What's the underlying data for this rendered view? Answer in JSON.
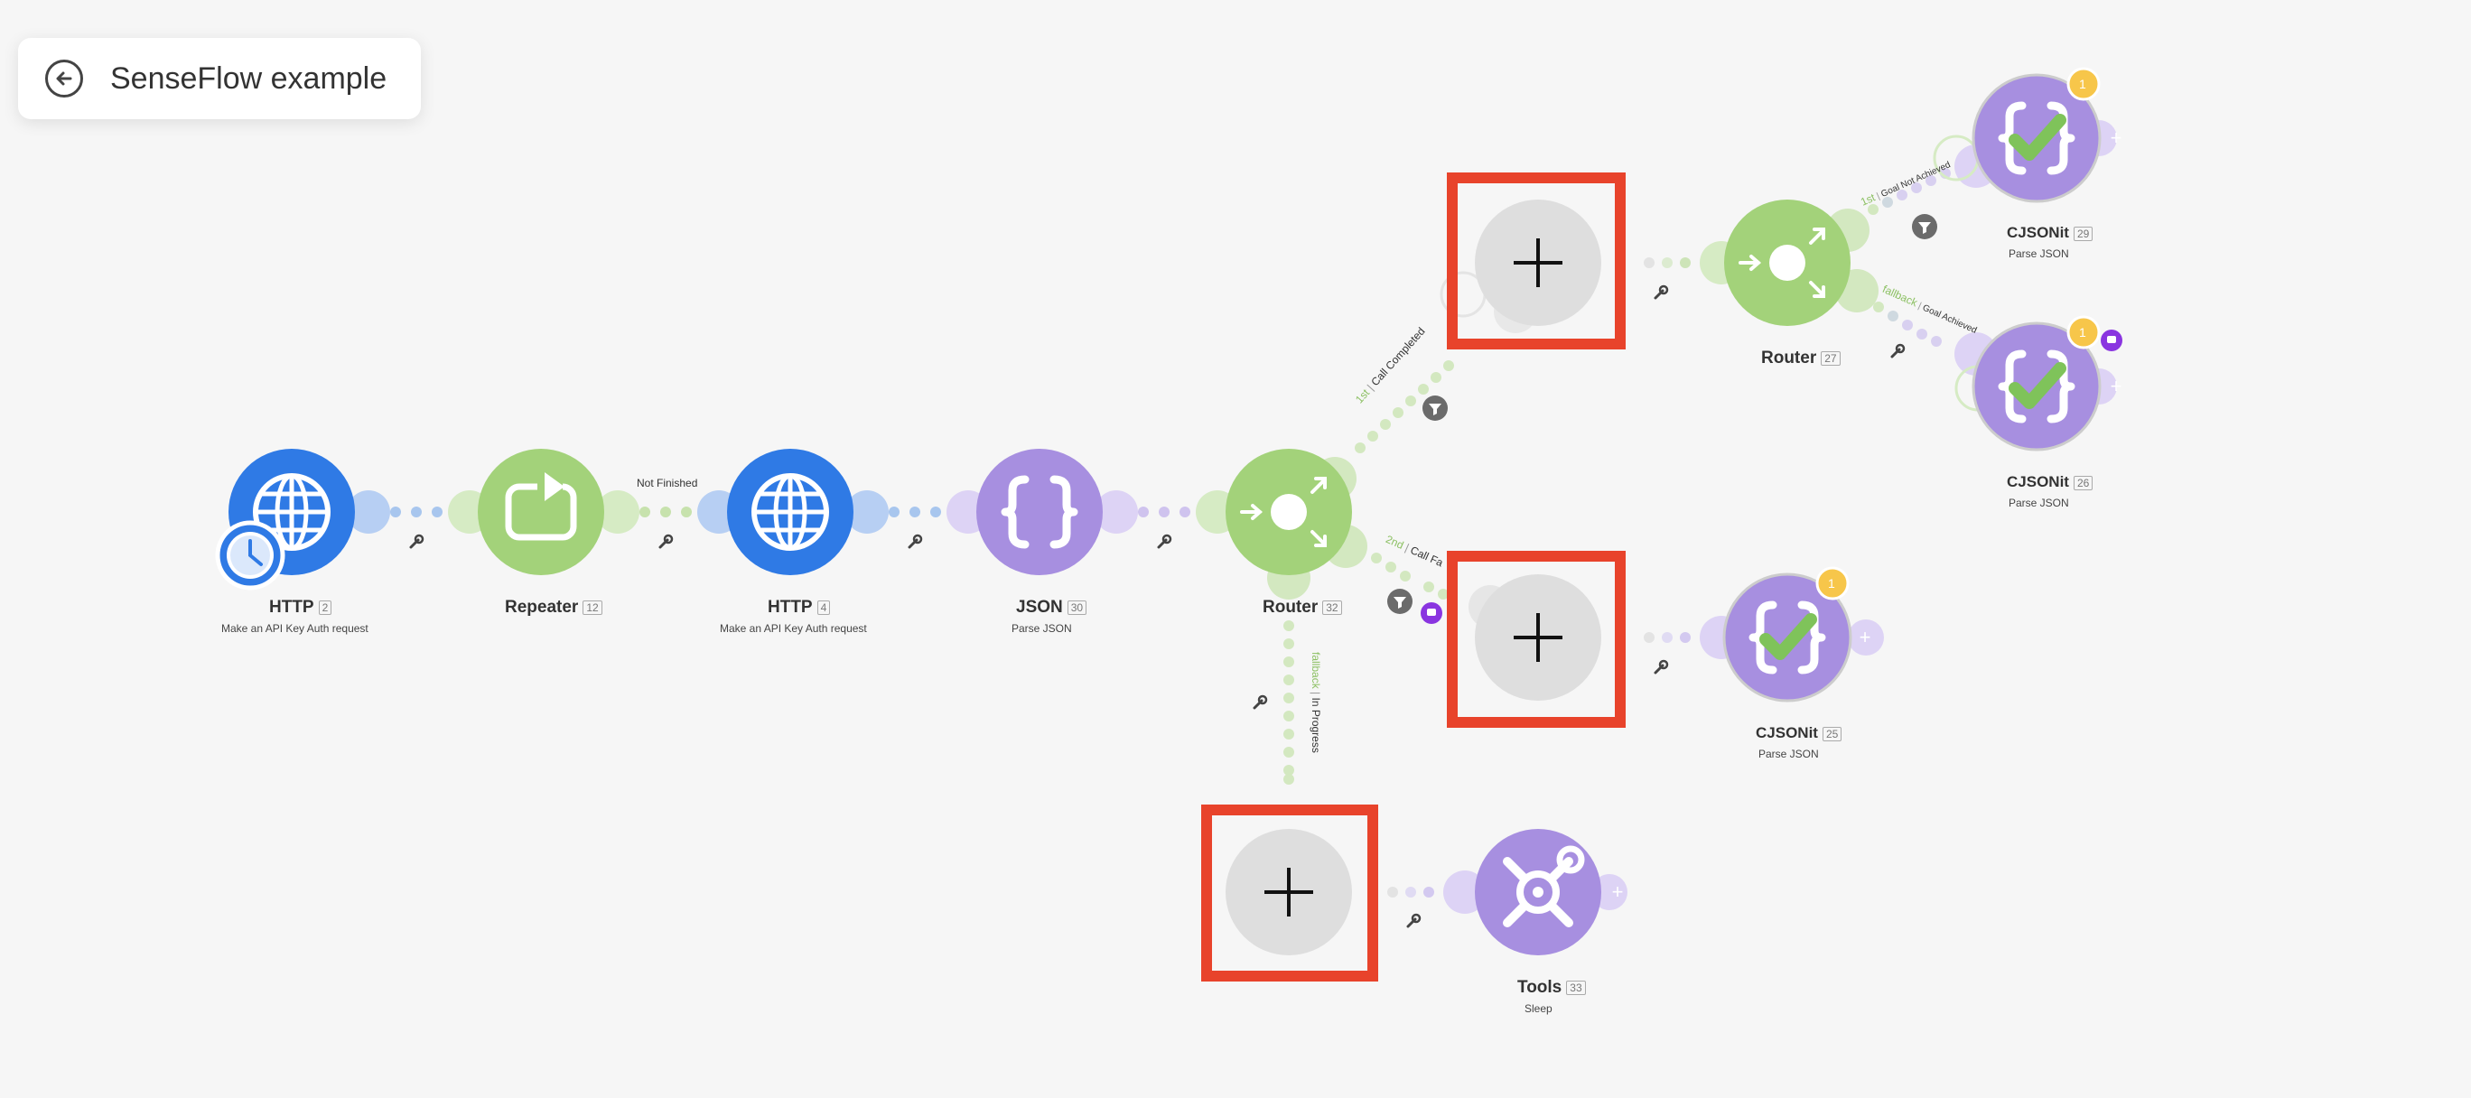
{
  "header": {
    "title": "SenseFlow example"
  },
  "nodes": {
    "http1": {
      "name": "HTTP",
      "id": "2",
      "subtitle": "Make an API Key Auth request"
    },
    "repeater": {
      "name": "Repeater",
      "id": "12",
      "subtitle": ""
    },
    "http2": {
      "name": "HTTP",
      "id": "4",
      "subtitle": "Make an API Key Auth request"
    },
    "json30": {
      "name": "JSON",
      "id": "30",
      "subtitle": "Parse JSON"
    },
    "router32": {
      "name": "Router",
      "id": "32",
      "subtitle": ""
    },
    "router27": {
      "name": "Router",
      "id": "27",
      "subtitle": ""
    },
    "json29": {
      "name": "CJSONit",
      "id": "29",
      "subtitle": "Parse JSON",
      "count": "1"
    },
    "json26": {
      "name": "CJSONit",
      "id": "26",
      "subtitle": "Parse JSON",
      "count": "1"
    },
    "json25": {
      "name": "CJSONit",
      "id": "25",
      "subtitle": "Parse JSON",
      "count": "1"
    },
    "tools33": {
      "name": "Tools",
      "id": "33",
      "subtitle": "Sleep"
    }
  },
  "edges": {
    "not_finished": "Not Finished",
    "call_completed_order": "1st",
    "call_completed": "Call Completed",
    "call_failed_order": "2nd",
    "call_failed": "Call Fa",
    "in_progress_order": "fallback",
    "in_progress": "In Progress",
    "goal_not_achieved_order": "1st",
    "goal_not_achieved": "Goal Not Achieved",
    "goal_achieved_order": "fallback",
    "goal_achieved": "Goal Achieved"
  },
  "colors": {
    "http": "#2f7ae5",
    "flow": "#a3d27a",
    "json": "#a78fe0",
    "empty": "#dedede",
    "highlight": "#e8432b",
    "badge": "#f7c64a"
  },
  "icons": {
    "back": "arrow-left-circle-icon",
    "http": "globe-icon",
    "schedule": "clock-icon",
    "repeater": "repeat-icon",
    "json": "braces-icon",
    "router": "router-icon",
    "add": "plus-icon",
    "tools": "tools-icon",
    "filter": "filter-icon",
    "wrench": "wrench-icon",
    "check": "checkmark-icon",
    "note": "comment-icon"
  }
}
